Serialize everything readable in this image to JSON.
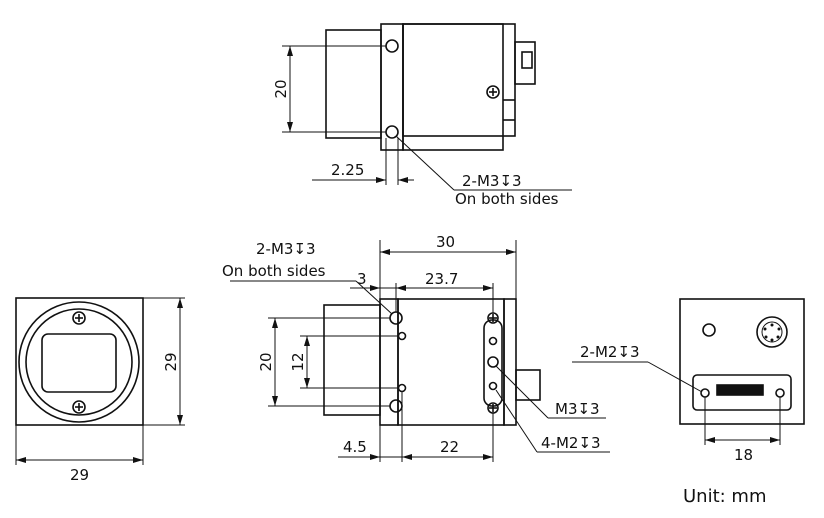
{
  "top_view": {
    "dim_height": "20",
    "dim_offset": "2.25",
    "note_line1": "2-M3↧3",
    "note_line2": "On both sides"
  },
  "front_view": {
    "dim_width": "29",
    "dim_height": "29"
  },
  "side_view": {
    "note_line1": "2-M3↧3",
    "note_line2": "On both sides",
    "dim_total": "30",
    "dim_front": "3",
    "dim_body": "23.7",
    "dim_outer": "20",
    "dim_inner": "12",
    "dim_bottom_left": "4.5",
    "dim_bottom_body": "22",
    "label_m3": "M3↧3",
    "label_m2": "4-M2↧3"
  },
  "rear_view": {
    "note": "2-M2↧3",
    "dim_spacing": "18"
  },
  "unit_label": "Unit: mm"
}
